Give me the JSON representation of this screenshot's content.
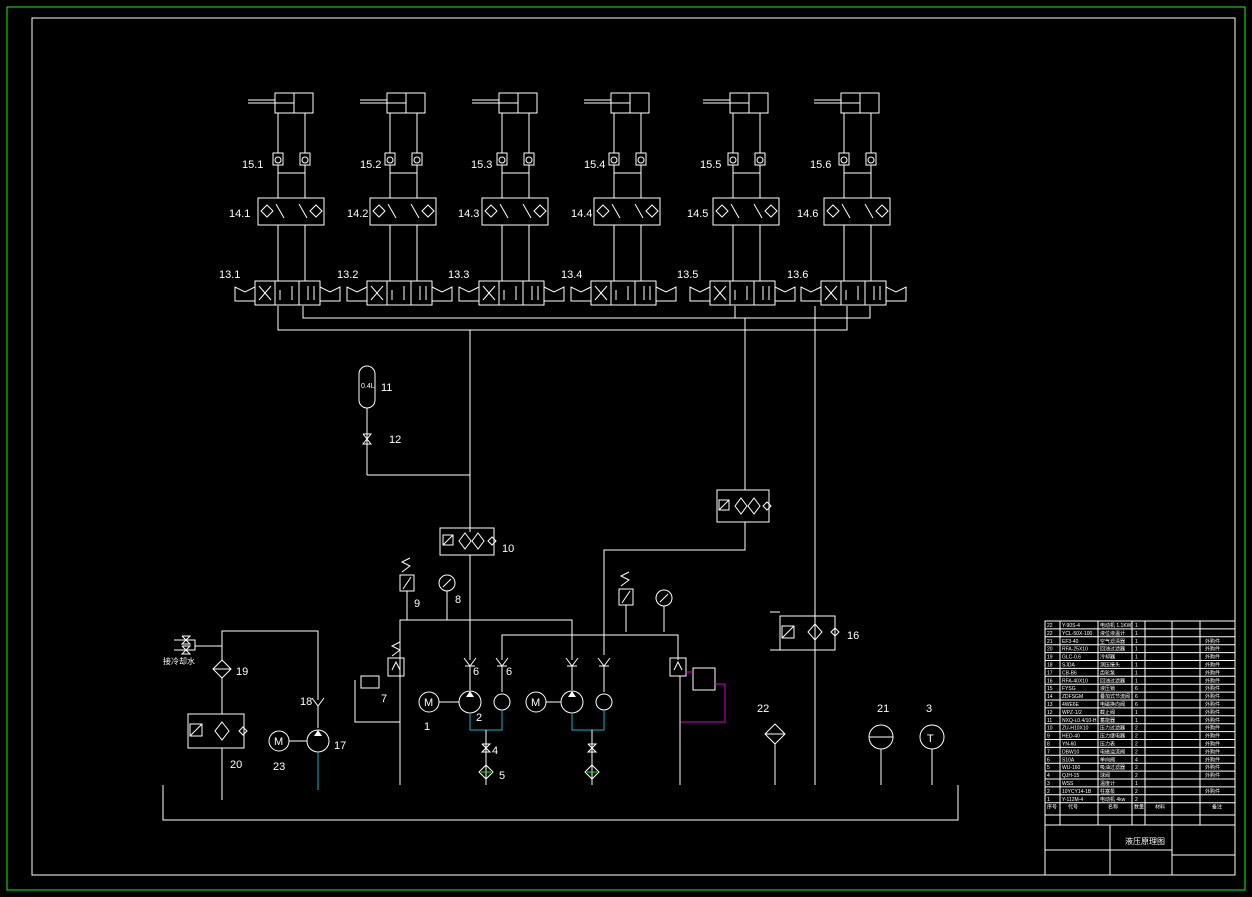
{
  "drawing": {
    "frame_color": "#00ff00",
    "line_color": "#ffffff",
    "return_line_color": "#00b7d0",
    "control_line_color": "#d000d0",
    "background": "#000000"
  },
  "circuits": [
    {
      "cyl_label": "15.1",
      "valve_label": "14.1",
      "dir_label": "13.1"
    },
    {
      "cyl_label": "15.2",
      "valve_label": "14.2",
      "dir_label": "13.2"
    },
    {
      "cyl_label": "15.3",
      "valve_label": "14.3",
      "dir_label": "13.3"
    },
    {
      "cyl_label": "15.4",
      "valve_label": "14.4",
      "dir_label": "13.4"
    },
    {
      "cyl_label": "15.5",
      "valve_label": "14.5",
      "dir_label": "13.5"
    },
    {
      "cyl_label": "15.6",
      "valve_label": "14.6",
      "dir_label": "13.6"
    }
  ],
  "components": {
    "accumulator_text": "0.4L",
    "accumulator": "11",
    "stop_valve": "12",
    "filter_pressure": "10",
    "relief_left": "7",
    "pressure_switch": "9",
    "gauge": "8",
    "check_a": "6",
    "check_b": "6",
    "pump_motor": "1",
    "pump": "2",
    "ball_valve": "4",
    "suction_filter": "5",
    "return_filter": "16",
    "cooler_filter": "19",
    "water_text": "接冷却水",
    "cooler_group": "20",
    "air_breather": "18",
    "aux_pump": "17",
    "aux_motor": "23",
    "level_gauge": "22",
    "level_meter": "21",
    "thermometer": "3"
  },
  "title_block": {
    "title": "液压原理图",
    "parts": [
      {
        "no": "22",
        "code": "Y-90S-4",
        "name": "电动机 1.1KW",
        "qty": "1",
        "note": ""
      },
      {
        "no": "22",
        "code": "YCL-50X-100",
        "name": "液位液温计",
        "qty": "1",
        "note": ""
      },
      {
        "no": "21",
        "code": "EF3-40",
        "name": "空气滤清器",
        "qty": "1",
        "note": "外购件"
      },
      {
        "no": "20",
        "code": "RFA-25X10",
        "name": "回油过滤器",
        "qty": "1",
        "note": "外购件"
      },
      {
        "no": "19",
        "code": "GLC-0.6",
        "name": "冷却器",
        "qty": "1",
        "note": "外购件"
      },
      {
        "no": "18",
        "code": "SJDA",
        "name": "测压接头",
        "qty": "1",
        "note": "外购件"
      },
      {
        "no": "17",
        "code": "CB-B6",
        "name": "齿轮泵",
        "qty": "1",
        "note": "外购件"
      },
      {
        "no": "16",
        "code": "RFA-40X10",
        "name": "回油过滤器",
        "qty": "1",
        "note": "外购件"
      },
      {
        "no": "15",
        "code": "FYSG",
        "name": "液压锁",
        "qty": "6",
        "note": "外购件"
      },
      {
        "no": "14",
        "code": "ZDFSGM",
        "name": "叠加式节流阀",
        "qty": "6",
        "note": "外购件"
      },
      {
        "no": "13",
        "code": "4WE6E",
        "name": "电磁换向阀",
        "qty": "6",
        "note": "外购件"
      },
      {
        "no": "12",
        "code": "WPZ-1/2",
        "name": "截止阀",
        "qty": "1",
        "note": "外购件"
      },
      {
        "no": "11",
        "code": "NXQ-L0.4/10-H",
        "name": "蓄能器",
        "qty": "1",
        "note": "外购件"
      },
      {
        "no": "10",
        "code": "ZU-H10X10",
        "name": "压力过滤器",
        "qty": "2",
        "note": "外购件"
      },
      {
        "no": "9",
        "code": "HED-40",
        "name": "压力继电器",
        "qty": "2",
        "note": "外购件"
      },
      {
        "no": "8",
        "code": "YN-60",
        "name": "压力表",
        "qty": "2",
        "note": "外购件"
      },
      {
        "no": "7",
        "code": "DBW10",
        "name": "电磁溢流阀",
        "qty": "2",
        "note": "外购件"
      },
      {
        "no": "6",
        "code": "S10A",
        "name": "单向阀",
        "qty": "4",
        "note": "外购件"
      },
      {
        "no": "5",
        "code": "WU-160",
        "name": "吸油过滤器",
        "qty": "2",
        "note": "外购件"
      },
      {
        "no": "4",
        "code": "QJH-15",
        "name": "球阀",
        "qty": "2",
        "note": "外购件"
      },
      {
        "no": "3",
        "code": "WSS",
        "name": "温度计",
        "qty": "1",
        "note": ""
      },
      {
        "no": "2",
        "code": "10YCY14-1B",
        "name": "柱塞泵",
        "qty": "2",
        "note": "外购件"
      },
      {
        "no": "1",
        "code": "Y-112M-4",
        "name": "电动机 4kw",
        "qty": "2",
        "note": ""
      }
    ],
    "header": {
      "no": "序号",
      "code": "代号",
      "name": "名称",
      "qty": "数量",
      "material": "材料",
      "note": "备注"
    }
  }
}
